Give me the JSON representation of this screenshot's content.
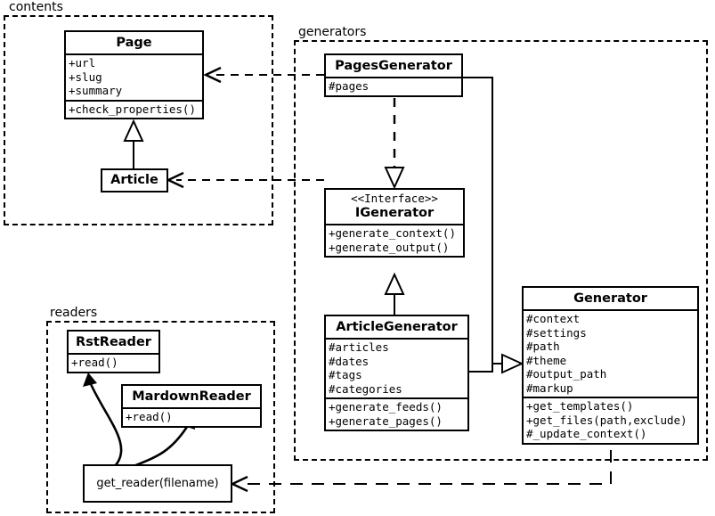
{
  "diagram": {
    "title": "Pelican architecture UML class diagram",
    "type": "uml-class-diagram",
    "background": "#ffffff",
    "line_color": "#000000"
  },
  "packages": [
    {
      "id": "contents",
      "label": "contents"
    },
    {
      "id": "generators",
      "label": "generators"
    },
    {
      "id": "readers",
      "label": "readers"
    }
  ],
  "classes": {
    "page": {
      "name": "Page",
      "attributes": [
        "+url",
        "+slug",
        "+summary"
      ],
      "methods": [
        "+check_properties()"
      ]
    },
    "article": {
      "name": "Article",
      "attributes": [],
      "methods": []
    },
    "pages_generator": {
      "name": "PagesGenerator",
      "attributes": [
        "#pages"
      ],
      "methods": []
    },
    "igenerator": {
      "stereotype": "<<Interface>>",
      "name": "IGenerator",
      "attributes": [],
      "methods": [
        "+generate_context()",
        "+generate_output()"
      ]
    },
    "article_generator": {
      "name": "ArticleGenerator",
      "attributes": [
        "#articles",
        "#dates",
        "#tags",
        "#categories"
      ],
      "methods": [
        "+generate_feeds()",
        "+generate_pages()"
      ]
    },
    "generator": {
      "name": "Generator",
      "attributes": [
        "#context",
        "#settings",
        "#path",
        "#theme",
        "#output_path",
        "#markup"
      ],
      "methods": [
        "+get_templates()",
        "+get_files(path,exclude)",
        "#_update_context()"
      ]
    },
    "rst_reader": {
      "name": "RstReader",
      "attributes": [],
      "methods": [
        "+read()"
      ]
    },
    "mardown_reader": {
      "name": "MardownReader",
      "attributes": [],
      "methods": [
        "+read()"
      ]
    },
    "get_reader": {
      "name": "get_reader(filename)"
    }
  },
  "relationships": [
    {
      "from": "article",
      "to": "page",
      "type": "generalization",
      "style": "solid-hollow-triangle"
    },
    {
      "from": "pages_generator",
      "to": "page",
      "type": "dependency",
      "style": "dashed-open-arrow"
    },
    {
      "from": "article_generator",
      "to": "article",
      "type": "dependency",
      "style": "dashed-open-arrow"
    },
    {
      "from": "pages_generator",
      "to": "igenerator",
      "type": "realization",
      "style": "dashed-hollow-triangle"
    },
    {
      "from": "article_generator",
      "to": "igenerator",
      "type": "realization",
      "style": "solid-hollow-triangle"
    },
    {
      "from": "pages_generator",
      "to": "generator",
      "type": "generalization",
      "style": "solid-hollow-triangle"
    },
    {
      "from": "article_generator",
      "to": "generator",
      "type": "generalization",
      "style": "solid-hollow-triangle"
    },
    {
      "from": "generator",
      "to": "get_reader",
      "type": "dependency",
      "style": "dashed-open-arrow"
    },
    {
      "from": "get_reader",
      "to": "rst_reader",
      "type": "creates",
      "style": "curved-solid-arrow"
    },
    {
      "from": "get_reader",
      "to": "mardown_reader",
      "type": "creates",
      "style": "curved-solid-arrow"
    }
  ]
}
